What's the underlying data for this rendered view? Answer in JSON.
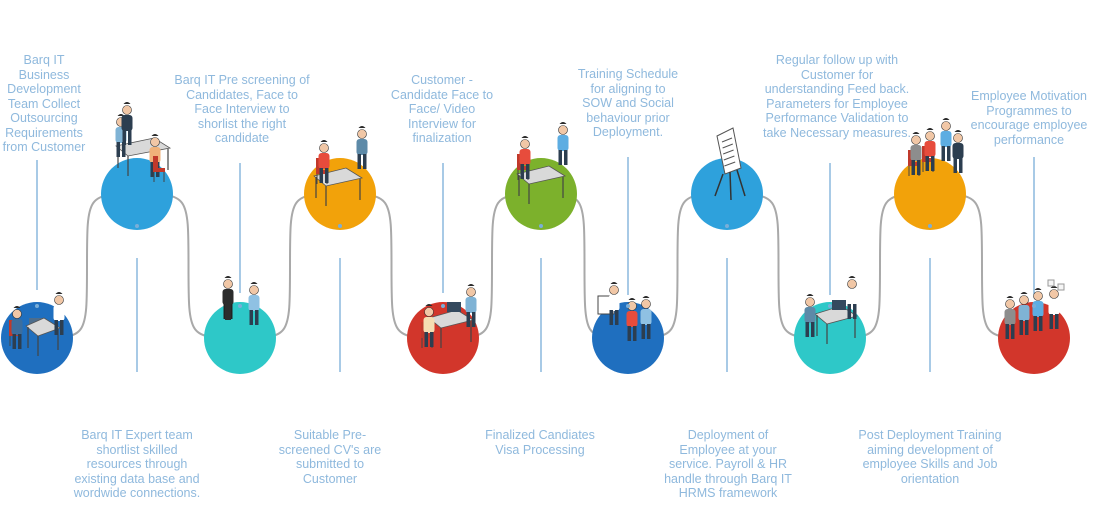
{
  "diagram": {
    "colors": {
      "path": "#a9a9a9",
      "connector": "#7aaed8",
      "text": "#8fb9dd",
      "blue_dark": "#1f6fbf",
      "blue": "#2ea1dc",
      "teal": "#2ec8c8",
      "orange": "#f2a20a",
      "green": "#7cb12c",
      "red": "#d2362b"
    },
    "steps": [
      {
        "label": "Barq IT\nBusiness\nDevelopment\nTeam Collect\nOutsourcing\nRequirements\nfrom Customer",
        "circle_color": "blue_dark",
        "illustration": "people-at-desk-icon"
      },
      {
        "label": "Barq IT Expert team\nshortlist skilled\nresources through\nexisting data base and\nwordwide connections.",
        "circle_color": "blue",
        "illustration": "team-meeting-icon"
      },
      {
        "label": "Barq IT Pre screening of\nCandidates, Face to\nFace Interview to\nshorlist the right\ncandidate",
        "circle_color": "teal",
        "illustration": "handshake-icon"
      },
      {
        "label": "Suitable Pre-\nscreened CV's are\nsubmitted to\nCustomer",
        "circle_color": "orange",
        "illustration": "interview-desk-icon"
      },
      {
        "label": "Customer -\nCandidate Face to\nFace/ Video\nInterview for\nfinalization",
        "circle_color": "red",
        "illustration": "video-interview-icon"
      },
      {
        "label": "Finalized Candiates\nVisa Processing",
        "circle_color": "green",
        "illustration": "visa-desk-icon"
      },
      {
        "label": "Training Schedule\nfor aligning to\nSOW and Social\nbehaviour prior\nDeployment.",
        "circle_color": "blue_dark",
        "illustration": "training-board-icon"
      },
      {
        "label": "Deployment of\nEmployee at your\nservice. Payroll & HR\nhandle through Barq IT\nHRMS framework",
        "circle_color": "blue",
        "illustration": "flip-chart-icon"
      },
      {
        "label": "Regular follow up with\nCustomer for\nunderstanding Feed back.\nParameters for Employee\nPerformance Validation to\ntake Necessary measures.",
        "circle_color": "teal",
        "illustration": "follow-up-desk-icon"
      },
      {
        "label": "Post Deployment Training\naiming development of\nemployee Skills and Job\norientation",
        "circle_color": "orange",
        "illustration": "group-training-icon"
      },
      {
        "label": "Employee Motivation\nProgrammes to\nencourage employee\nperformance",
        "circle_color": "red",
        "illustration": "celebration-icon"
      }
    ]
  }
}
